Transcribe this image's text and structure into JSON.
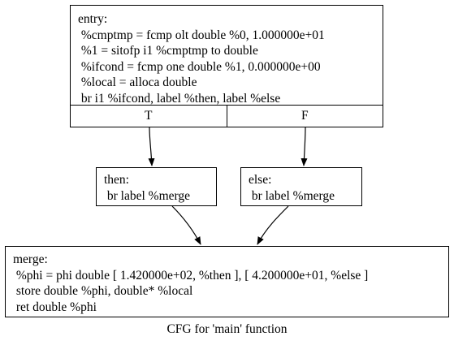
{
  "nodes": {
    "entry": {
      "lines": [
        "entry:",
        " %cmptmp = fcmp olt double %0, 1.000000e+01",
        " %1 = sitofp i1 %cmptmp to double",
        " %ifcond = fcmp one double %1, 0.000000e+00",
        " %local = alloca double",
        " br i1 %ifcond, label %then, label %else"
      ],
      "ports": {
        "true": "T",
        "false": "F"
      }
    },
    "then": {
      "lines": [
        "then:",
        " br label %merge"
      ]
    },
    "else": {
      "lines": [
        "else:",
        " br label %merge"
      ]
    },
    "merge": {
      "lines": [
        "merge:",
        " %phi = phi double [ 1.420000e+02, %then ], [ 4.200000e+01, %else ]",
        " store double %phi, double* %local",
        " ret double %phi"
      ]
    }
  },
  "edges": [
    {
      "from": "entry:T",
      "to": "then"
    },
    {
      "from": "entry:F",
      "to": "else"
    },
    {
      "from": "then",
      "to": "merge"
    },
    {
      "from": "else",
      "to": "merge"
    }
  ],
  "caption": "CFG for 'main' function",
  "colors": {
    "stroke": "#000000",
    "background": "#ffffff"
  }
}
